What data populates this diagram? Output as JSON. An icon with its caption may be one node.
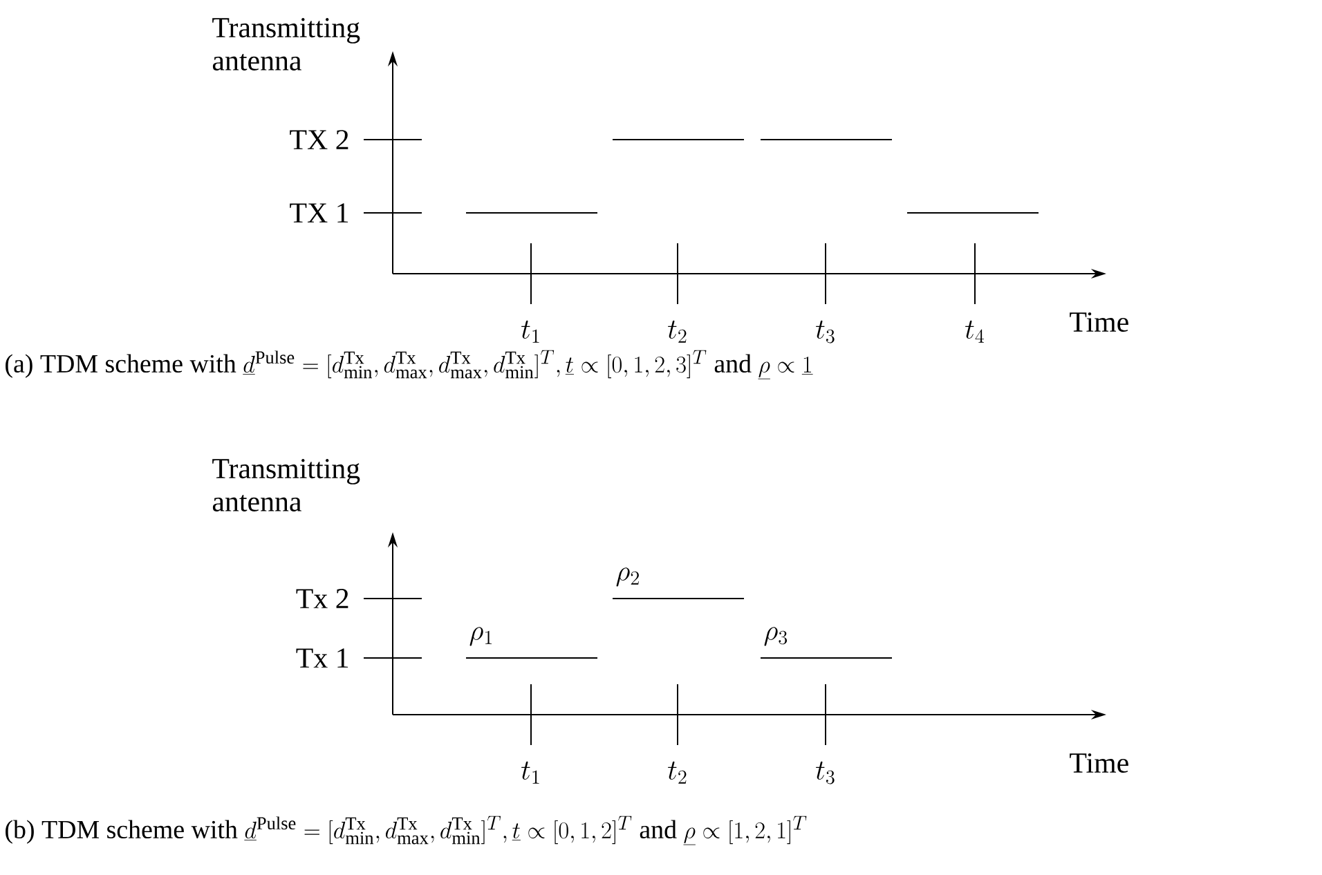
{
  "diagram": {
    "labels": [
      "Transmitting antenna",
      "TX 2",
      "TX 1",
      "t_1",
      "t_2",
      "t_3",
      "t_4",
      "Time",
      "(a) TDM scheme with",
      "\\underline{d}^{\\mathrm{Pulse}} = [d^{\\mathrm{Tx}}_{\\min}, d^{\\mathrm{Tx}}_{\\max}, d^{\\mathrm{Tx}}_{\\max}, d^{\\mathrm{Tx}}_{\\min}]^T, \\underline{t} \\propto [0,1,2,3]^T",
      "and",
      "\\underline{\\rho} \\propto \\underline{1}",
      "Transmitting antenna",
      "Tx 2",
      "Tx 1",
      "\\rho_1",
      "\\rho_2",
      "\\rho_3",
      "t_1",
      "t_2",
      "t_3",
      "Time",
      "(b) TDM scheme with",
      "\\underline{d}^{\\mathrm{Pulse}} = [d^{\\mathrm{Tx}}_{\\min}, d^{\\mathrm{Tx}}_{\\max}, d^{\\mathrm{Tx}}_{\\min}]^T, \\underline{t} \\propto [0,1,2]^T",
      "and",
      "\\underline{\\rho} \\propto [1,2,1]^T"
    ]
  }
}
